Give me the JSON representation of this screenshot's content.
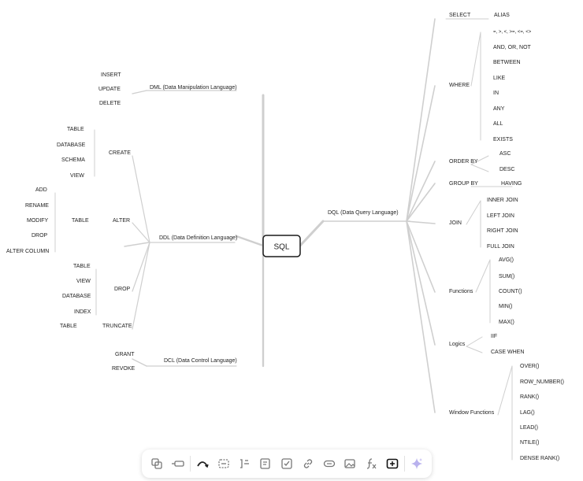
{
  "mindmap": {
    "root": "SQL",
    "dml": {
      "label": "DML (Data Manipulation Language)",
      "items": [
        "INSERT",
        "UPDATE",
        "DELETE"
      ]
    },
    "ddl": {
      "label": "DDL (Data Definition Language)",
      "create": {
        "label": "CREATE",
        "items": [
          "TABLE",
          "DATABASE",
          "SCHEMA",
          "VIEW"
        ]
      },
      "alter": {
        "label": "ALTER",
        "table": "TABLE",
        "items": [
          "ADD",
          "RENAME",
          "MODIFY",
          "DROP",
          "ALTER COLUMN"
        ]
      },
      "drop": {
        "label": "DROP",
        "items": [
          "TABLE",
          "VIEW",
          "DATABASE",
          "INDEX"
        ]
      },
      "truncate": {
        "label": "TRUNCATE",
        "table": "TABLE"
      }
    },
    "dcl": {
      "label": "DCL (Data Control Language)",
      "items": [
        "GRANT",
        "REVOKE"
      ]
    },
    "dql": {
      "label": "DQL (Data Query Language)",
      "select": {
        "label": "SELECT",
        "alias": "ALIAS"
      },
      "where": {
        "label": "WHERE",
        "items": [
          "=, >, <, >=, <=, <>",
          "AND, OR, NOT",
          "BETWEEN",
          "LIKE",
          "IN",
          "ANY",
          "ALL",
          "EXISTS"
        ]
      },
      "orderby": {
        "label": "ORDER BY",
        "items": [
          "ASC",
          "DESC"
        ]
      },
      "groupby": {
        "label": "GROUP BY",
        "having": "HAVING"
      },
      "join": {
        "label": "JOIN",
        "items": [
          "INNER JOIN",
          "LEFT JOIN",
          "RIGHT JOIN",
          "FULL JOIN"
        ]
      },
      "functions": {
        "label": "Functions",
        "items": [
          "AVG()",
          "SUM()",
          "COUNT()",
          "MIN()",
          "MAX()"
        ]
      },
      "logics": {
        "label": "Logics",
        "items": [
          "IIF",
          "CASE WHEN"
        ]
      },
      "window": {
        "label": "Window Functions",
        "items": [
          "OVER()",
          "ROW_NUMBER()",
          "RANK()",
          "LAG()",
          "LEAD()",
          "NTILE()",
          "DENSE RANK()"
        ]
      }
    }
  },
  "toolbar": {
    "items": [
      {
        "name": "copy-node-button",
        "icon": "copy-icon"
      },
      {
        "name": "sibling-node-button",
        "icon": "sibling-node-icon"
      },
      {
        "name": "connector-button",
        "icon": "curve-arrow-icon"
      },
      {
        "name": "summary-button",
        "icon": "summary-icon"
      },
      {
        "name": "boundary-button",
        "icon": "boundary-icon"
      },
      {
        "name": "note-button",
        "icon": "note-icon"
      },
      {
        "name": "task-button",
        "icon": "checkbox-icon"
      },
      {
        "name": "link-button",
        "icon": "link-icon"
      },
      {
        "name": "label-button",
        "icon": "label-icon"
      },
      {
        "name": "image-button",
        "icon": "image-icon"
      },
      {
        "name": "formula-button",
        "icon": "formula-icon"
      },
      {
        "name": "add-node-button",
        "icon": "add-box-icon"
      },
      {
        "name": "ai-button",
        "icon": "sparkle-icon"
      }
    ]
  }
}
